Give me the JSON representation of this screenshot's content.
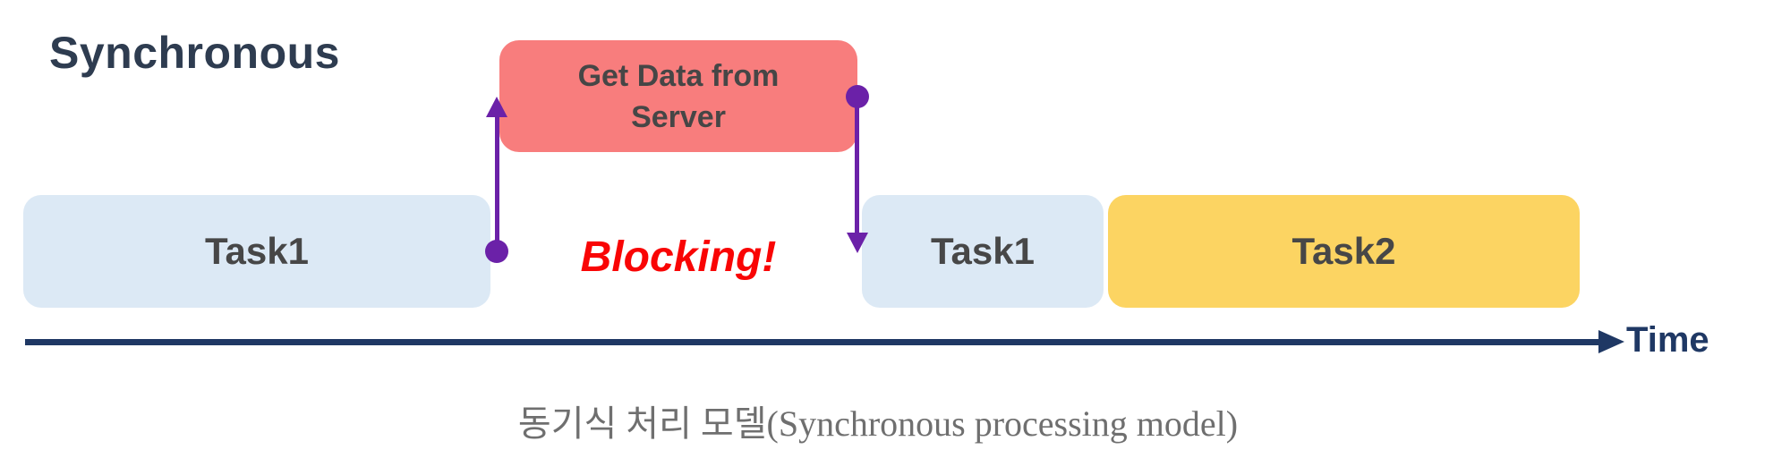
{
  "diagram": {
    "title": "Synchronous",
    "server_box": {
      "label": "Get Data from Server"
    },
    "tasks": [
      {
        "label": "Task1"
      },
      {
        "label": "Task1"
      },
      {
        "label": "Task2"
      }
    ],
    "blocking_label": "Blocking!",
    "timeline": {
      "label": "Time"
    },
    "caption": "동기식 처리 모델(Synchronous processing model)"
  },
  "colors": {
    "title_text": "#2E3C50",
    "server_box_bg": "#F87D7D",
    "server_box_text": "#464646",
    "task1_bg": "#DCE9F5",
    "task2_bg": "#FCD462",
    "task_text": "#474747",
    "blocking_text": "#F90505",
    "connector_purple": "#6B21A8",
    "timeline_navy": "#1F3864",
    "caption_text": "#6F6F6F"
  }
}
